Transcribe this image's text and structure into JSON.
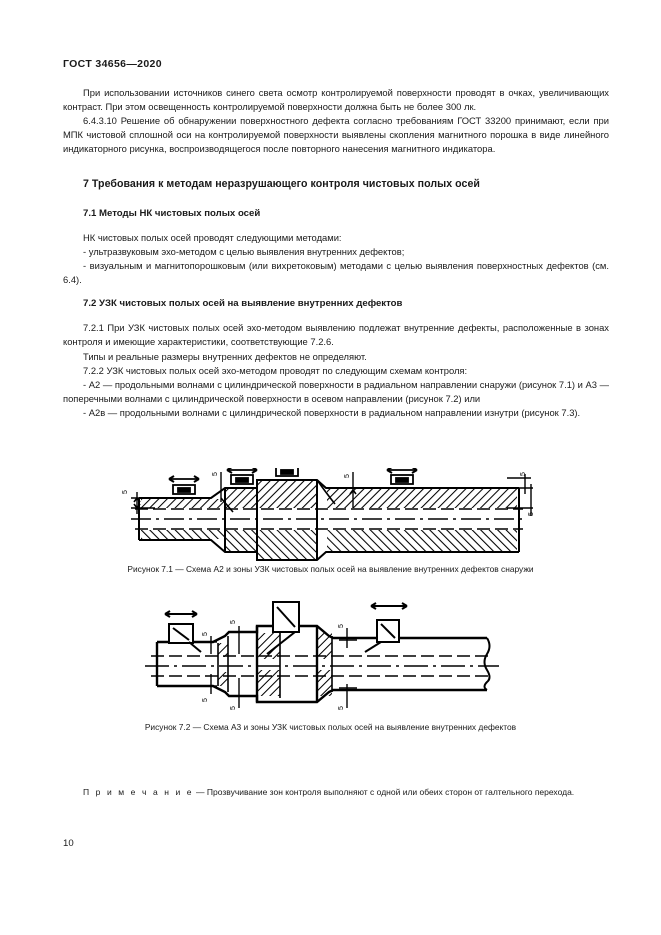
{
  "document": {
    "header": "ГОСТ 34656—2020",
    "page_number": "10"
  },
  "paragraphs": {
    "p1": "При использовании источников синего света осмотр контролируемой поверхности проводят в очках, увеличивающих контраст. При этом освещенность контролируемой поверхности должна быть не более 300 лк.",
    "p2": "6.4.3.10 Решение об обнаружении поверхностного дефекта согласно требованиям ГОСТ 33200 принимают, если при МПК чистовой сплошной оси на контролируемой поверхности выявлены скопления магнитного порошка в виде линейного индикаторного рисунка, воспроизводящегося после повторного нанесения магнитного индикатора."
  },
  "section7": {
    "title": "7 Требования к методам неразрушающего контроля чистовых полых осей",
    "sub71": {
      "title": "7.1 Методы НК чистовых полых осей",
      "intro": "НК чистовых полых осей проводят следующими методами:",
      "item1": "- ультразвуковым эхо-методом с целью выявления внутренних дефектов;",
      "item2": "- визуальным и магнитопорошковым (или вихретоковым) методами с целью выявления поверхностных дефектов (см. 6.4)."
    },
    "sub72": {
      "title": "7.2 УЗК чистовых полых осей на выявление внутренних дефектов",
      "p721": "7.2.1 При УЗК чистовых полых осей эхо-методом выявлению подлежат внутренние дефекты, расположенные в зонах контроля и имеющие характеристики, соответствующие 7.2.6.",
      "p721b": "Типы и реальные размеры внутренних дефектов не определяют.",
      "p722": "7.2.2 УЗК чистовых полых осей эхо-методом проводят по следующим схемам контроля:",
      "item1": "- А2 — продольными волнами с цилиндрической поверхности в радиальном направлении снаружи (рисунок 7.1) и А3 — поперечными волнами с цилиндрической поверхности в осевом направлении (рисунок 7.2) или",
      "item2": "- А2в — продольными волнами с цилиндрической поверхности в радиальном направлении изнутри (рисунок 7.3)."
    }
  },
  "figures": [
    {
      "id": "figure-7-1",
      "caption": "Рисунок 7.1 — Схема А2 и зоны УЗК чистовых полых осей на выявление внутренних дефектов снаружи",
      "dimension_labels": [
        "5",
        "5",
        "5",
        "5",
        "5",
        "5"
      ]
    },
    {
      "id": "figure-7-2",
      "caption": "Рисунок 7.2 — Схема А3 и зоны УЗК чистовых полых осей на выявление внутренних дефектов",
      "dimension_labels": [
        "5",
        "5",
        "5",
        "5",
        "5",
        "5"
      ]
    }
  ],
  "note": {
    "label": "П р и м е ч а н и е",
    "dash": " — ",
    "text": "Прозвучивание зон контроля выполняют с одной или обеих сторон от галтельного перехода."
  },
  "colors": {
    "ink": "#1a1a1a",
    "paper": "#ffffff",
    "line": "#000000"
  }
}
